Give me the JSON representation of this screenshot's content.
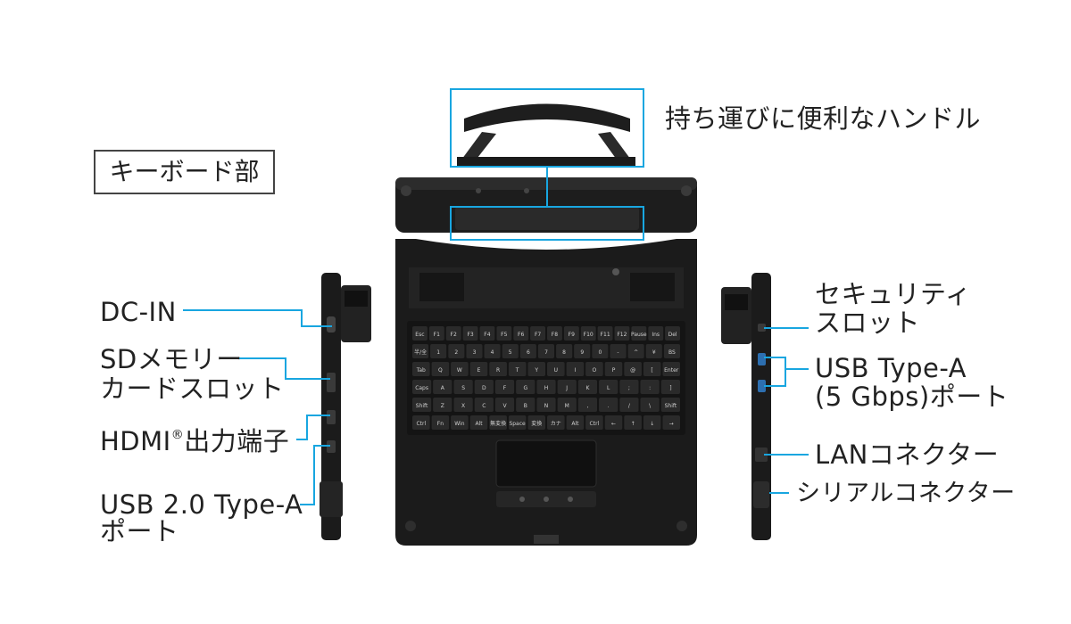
{
  "section_title": "キーボード部",
  "colors": {
    "callout": "#18a6e0",
    "device_body": "#1b1b1b",
    "device_edge": "#3a3a3a",
    "key": "#2a2a2a",
    "key_text": "#d0d0d0"
  },
  "callouts": {
    "handle": "持ち運びに便利なハンドル",
    "dc_in": "DC-IN",
    "sd_slot_line1": "SDメモリー",
    "sd_slot_line2": "カードスロット",
    "hdmi_main": "HDMI",
    "hdmi_reg": "®",
    "hdmi_suffix": "出力端子",
    "usb2_line1": "USB 2.0 Type-A",
    "usb2_line2": "ポート",
    "security_line1": "セキュリティ",
    "security_line2": "スロット",
    "usb_a_line1": "USB Type-A",
    "usb_a_line2": "(5 Gbps)ポート",
    "lan": "LANコネクター",
    "serial": "シリアルコネクター"
  },
  "keyboard": {
    "rows": [
      [
        "Esc",
        "F1",
        "F2",
        "F3",
        "F4",
        "F5",
        "F6",
        "F7",
        "F8",
        "F9",
        "F10",
        "F11",
        "F12",
        "Pause",
        "Ins",
        "Del"
      ],
      [
        "半/全",
        "1",
        "2",
        "3",
        "4",
        "5",
        "6",
        "7",
        "8",
        "9",
        "0",
        "-",
        "^",
        "¥",
        "BS"
      ],
      [
        "Tab",
        "Q",
        "W",
        "E",
        "R",
        "T",
        "Y",
        "U",
        "I",
        "O",
        "P",
        "@",
        "[",
        "Enter"
      ],
      [
        "Caps",
        "A",
        "S",
        "D",
        "F",
        "G",
        "H",
        "J",
        "K",
        "L",
        ";",
        ":",
        "]"
      ],
      [
        "Shift",
        "Z",
        "X",
        "C",
        "V",
        "B",
        "N",
        "M",
        ",",
        ".",
        "/",
        "\\",
        "Shift"
      ],
      [
        "Ctrl",
        "Fn",
        "Win",
        "Alt",
        "無変換",
        "Space",
        "変換",
        "カナ",
        "Alt",
        "Ctrl",
        "←",
        "↑",
        "↓",
        "→"
      ]
    ]
  }
}
